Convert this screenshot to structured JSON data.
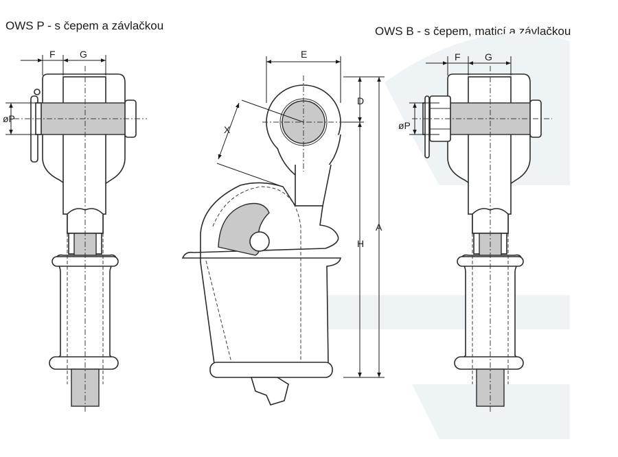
{
  "captions": {
    "left": "OWS P - s čepem a závlačkou",
    "right": "OWS B - s čepem, maticí a závlačkou"
  },
  "labels": {
    "F": "F",
    "G": "G",
    "P": "øP",
    "E": "E",
    "X": "X",
    "D": "D",
    "H": "H",
    "A": "A"
  }
}
